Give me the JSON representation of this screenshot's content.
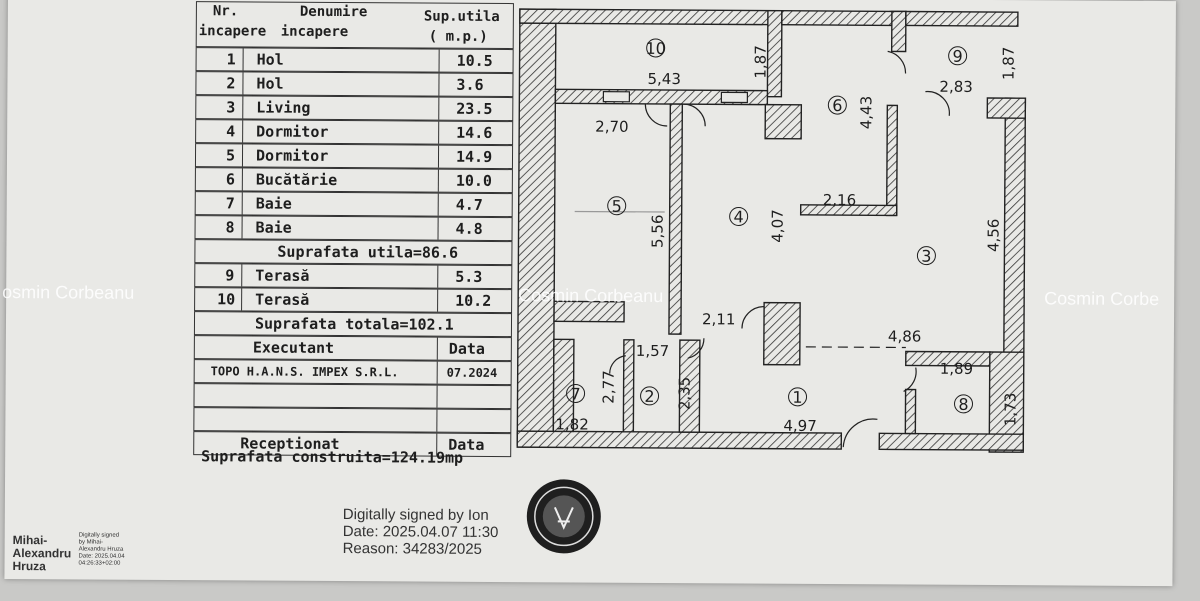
{
  "table": {
    "header": {
      "col1_line1": "Nr.",
      "col1_line2": "incapere",
      "col2_line1": "Denumire",
      "col2_line2": "incapere",
      "col3_line1": "Sup.utila",
      "col3_line2": "( m.p.)"
    },
    "rooms": [
      {
        "nr": "1",
        "name": "Hol",
        "area": "10.5"
      },
      {
        "nr": "2",
        "name": "Hol",
        "area": "3.6"
      },
      {
        "nr": "3",
        "name": "Living",
        "area": "23.5"
      },
      {
        "nr": "4",
        "name": "Dormitor",
        "area": "14.6"
      },
      {
        "nr": "5",
        "name": "Dormitor",
        "area": "14.9"
      },
      {
        "nr": "6",
        "name": "Bucătărie",
        "area": "10.0"
      },
      {
        "nr": "7",
        "name": "Baie",
        "area": "4.7"
      },
      {
        "nr": "8",
        "name": "Baie",
        "area": "4.8"
      }
    ],
    "suprafata_utila": "Suprafata utila=86.6",
    "terraces": [
      {
        "nr": "9",
        "name": "Terasă",
        "area": "5.3"
      },
      {
        "nr": "10",
        "name": "Terasă",
        "area": "10.2"
      }
    ],
    "suprafata_totala": "Suprafata totala=102.1",
    "executant_label": "Executant",
    "data_label": "Data",
    "executant_value": "TOPO H.A.N.S. IMPEX S.R.L.",
    "executant_date": "07.2024",
    "receptionat_label": "Receptionat",
    "receptionat_data_label": "Data",
    "suprafata_construita": "Suprafata construita=124.19mp"
  },
  "plan": {
    "room_numbers": [
      "1",
      "2",
      "3",
      "4",
      "5",
      "6",
      "7",
      "8",
      "9",
      "10"
    ],
    "dimensions": [
      "5,43",
      "1,87",
      "4,43",
      "2,83",
      "1,87",
      "2,70",
      "5,56",
      "4,07",
      "2,16",
      "4,56",
      "2,11",
      "4,86",
      "1,57",
      "2,77",
      "2,35",
      "1,89",
      "1,82",
      "4,97",
      "1,73"
    ]
  },
  "watermarks": [
    "osmin Corbeanu",
    "Cosmin Corbeanu",
    "Cosmin Corbe"
  ],
  "signature": {
    "line1": "Digitally signed by Ion",
    "line2": "Date: 2025.04.07 11:30",
    "line3": "Reason: 34283/2025",
    "signer_name": [
      "Mihai-",
      "Alexandru",
      "Hruza"
    ],
    "small": [
      "Digitally signed",
      "by Mihai-",
      "Alexandru Hruza",
      "Date: 2025.04.04",
      "04:26:33+02:00"
    ]
  }
}
